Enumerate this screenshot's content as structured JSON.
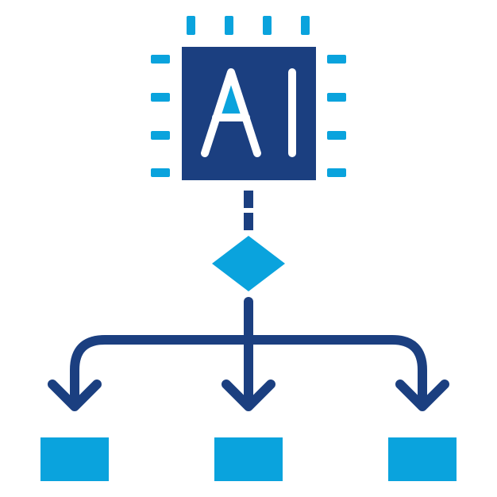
{
  "icon": {
    "label_text": "AI",
    "name": "ai-decision-tree-icon",
    "colors": {
      "dark": "#1b3f80",
      "light": "#0aa3dd",
      "chip_text": "#ffffff",
      "background": "#ffffff"
    },
    "outputs": 3,
    "chip_pins_per_side": 4
  }
}
